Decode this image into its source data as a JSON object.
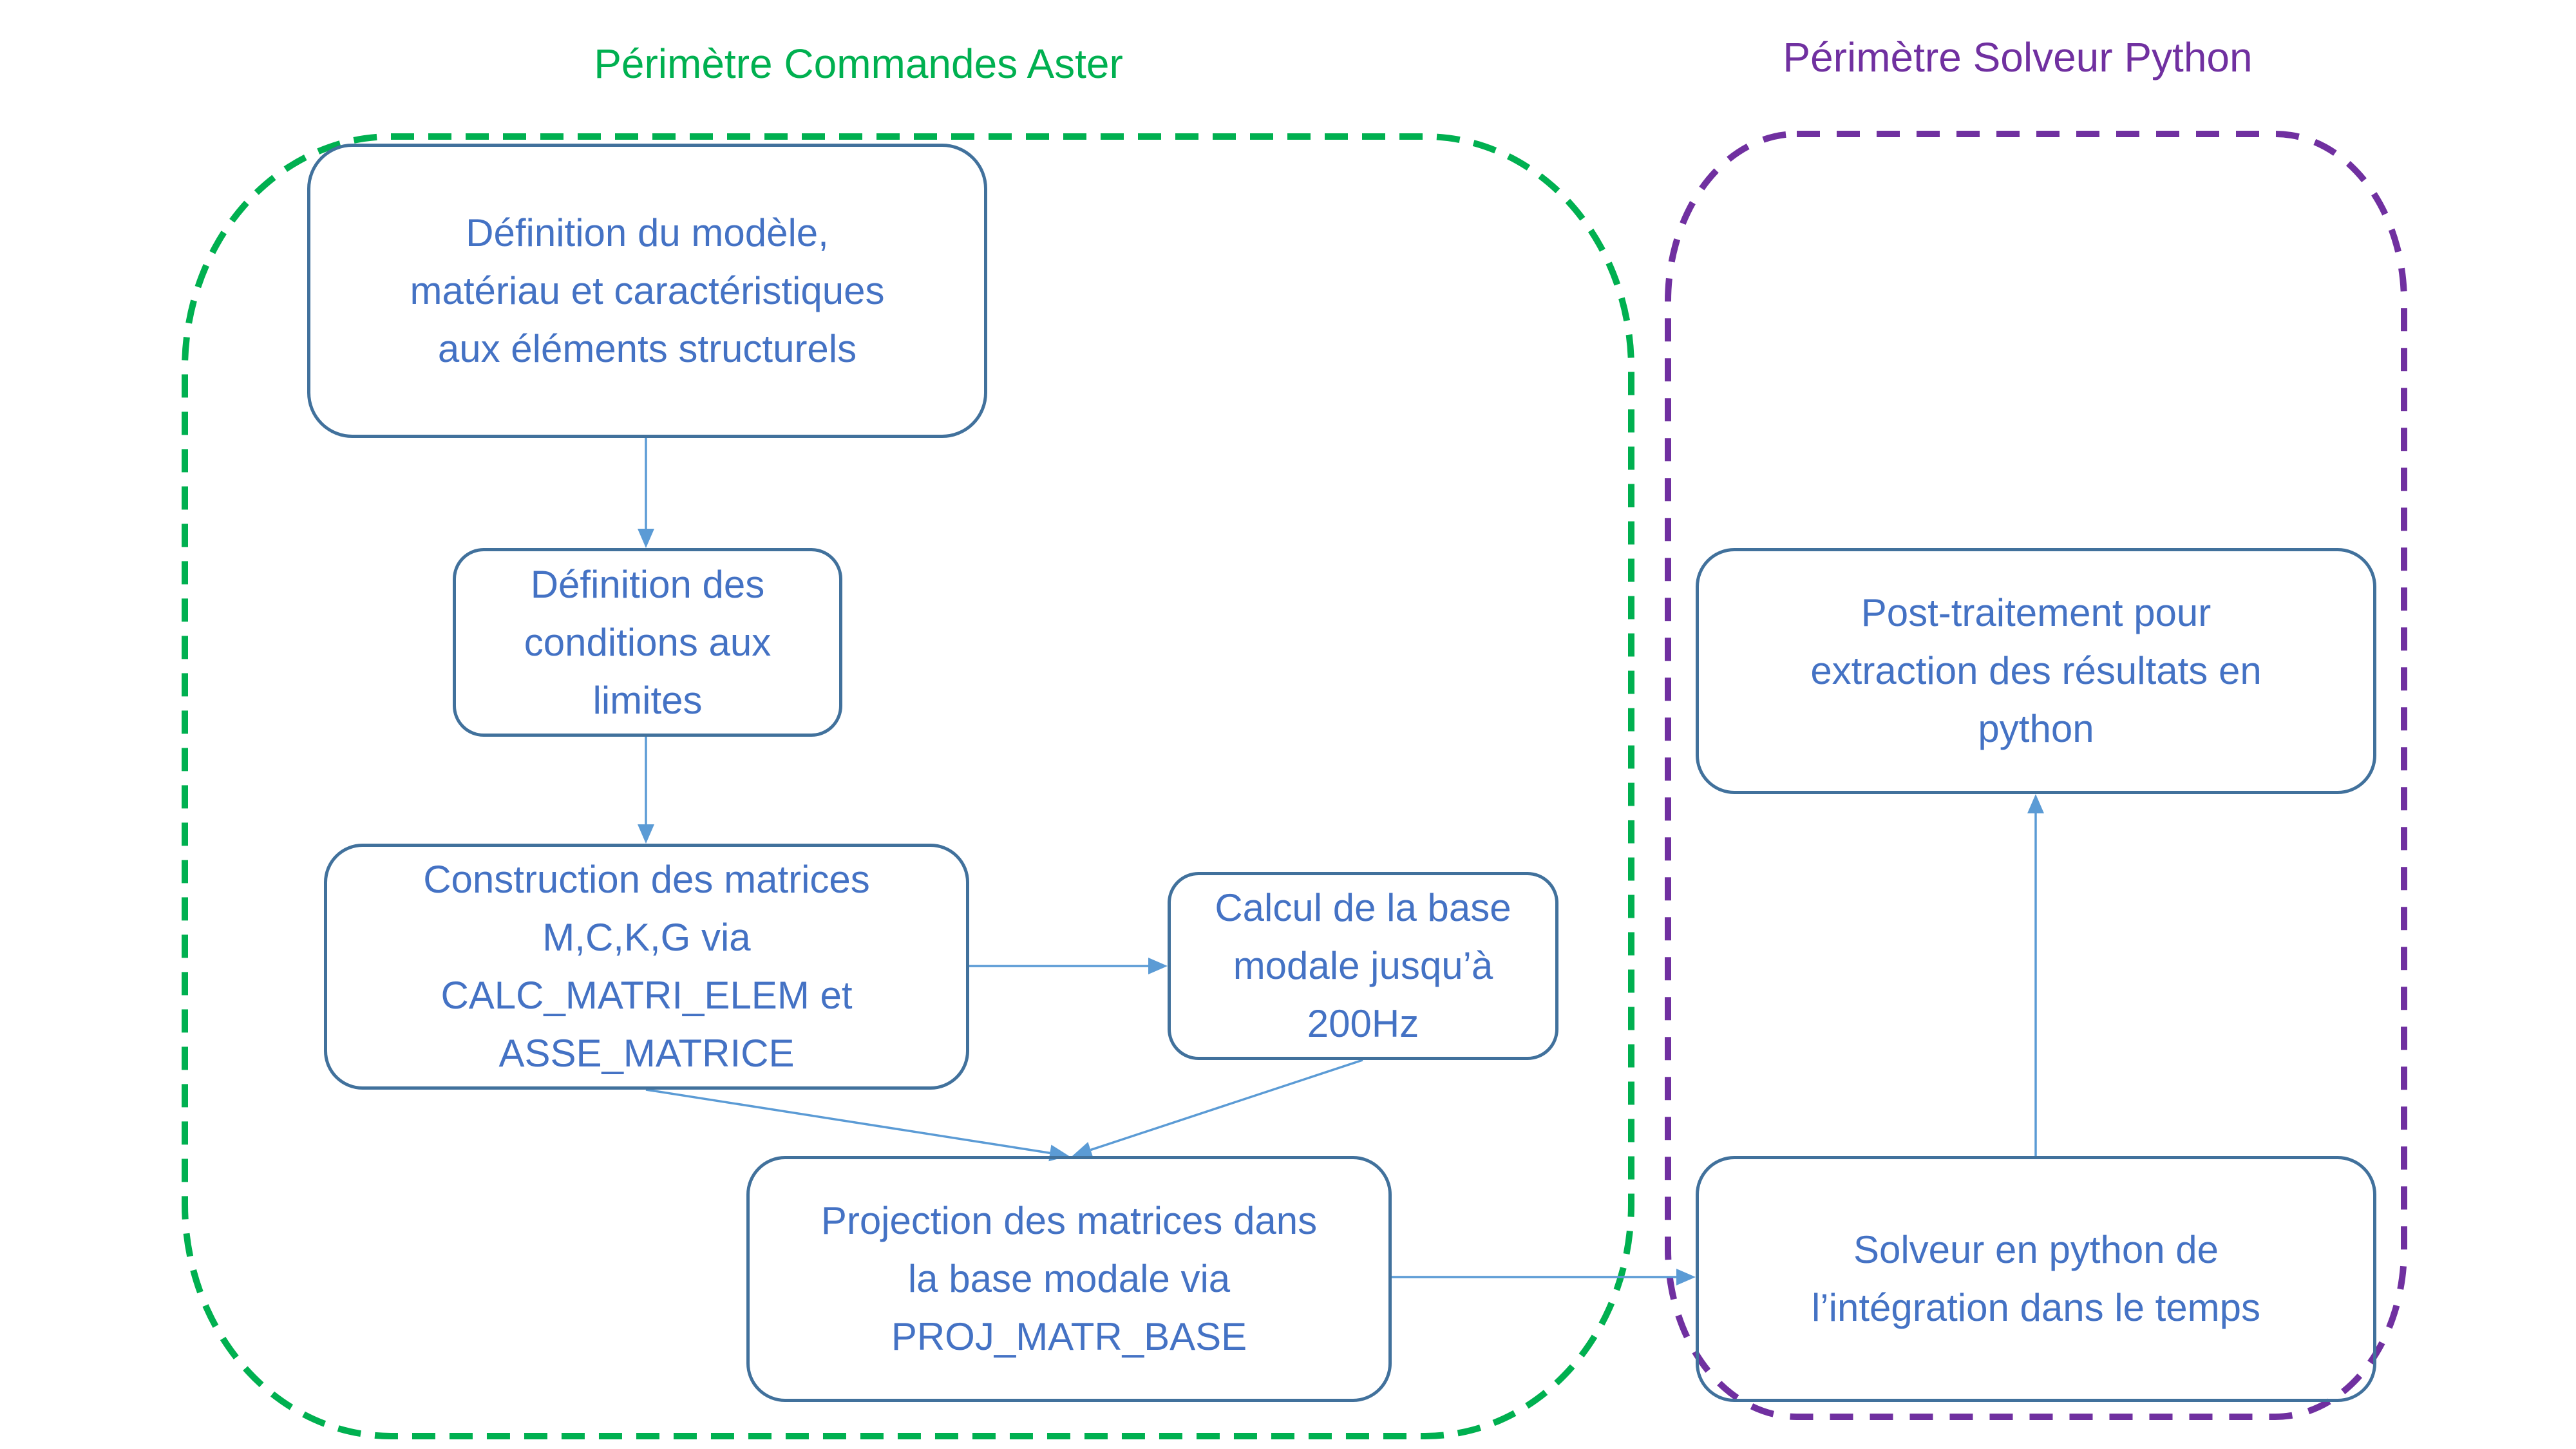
{
  "regions": [
    {
      "id": "aster",
      "title": "Périmètre Commandes Aster",
      "color": "#00b050"
    },
    {
      "id": "python",
      "title": "Périmètre Solveur Python",
      "color": "#7030a0"
    }
  ],
  "nodes": {
    "model_definition": {
      "lines": [
        "Définition du modèle,",
        "matériau et caractéristiques",
        "aux éléments structurels"
      ]
    },
    "boundary_conditions": {
      "lines": [
        "Définition des",
        "conditions aux",
        "limites"
      ]
    },
    "matrix_construction": {
      "lines": [
        "Construction des matrices",
        "M,C,K,G via",
        "CALC_MATRI_ELEM et",
        "ASSE_MATRICE"
      ]
    },
    "modal_basis": {
      "lines": [
        "Calcul de la base",
        "modale jusqu’à",
        "200Hz"
      ]
    },
    "projection": {
      "lines": [
        "Projection des matrices dans",
        "la base modale via",
        "PROJ_MATR_BASE"
      ]
    },
    "post_processing": {
      "lines": [
        "Post-traitement pour",
        "extraction des résultats en",
        "python"
      ]
    },
    "python_solver": {
      "lines": [
        "Solveur en python de",
        "l’intégration dans le temps"
      ]
    }
  },
  "edges": [
    {
      "from": "model_definition",
      "to": "boundary_conditions"
    },
    {
      "from": "boundary_conditions",
      "to": "matrix_construction"
    },
    {
      "from": "matrix_construction",
      "to": "modal_basis"
    },
    {
      "from": "matrix_construction",
      "to": "projection"
    },
    {
      "from": "modal_basis",
      "to": "projection"
    },
    {
      "from": "projection",
      "to": "python_solver"
    },
    {
      "from": "python_solver",
      "to": "post_processing"
    }
  ],
  "colors": {
    "node_border": "#41719c",
    "node_text": "#4472c4",
    "arrow": "#5b9bd5"
  }
}
